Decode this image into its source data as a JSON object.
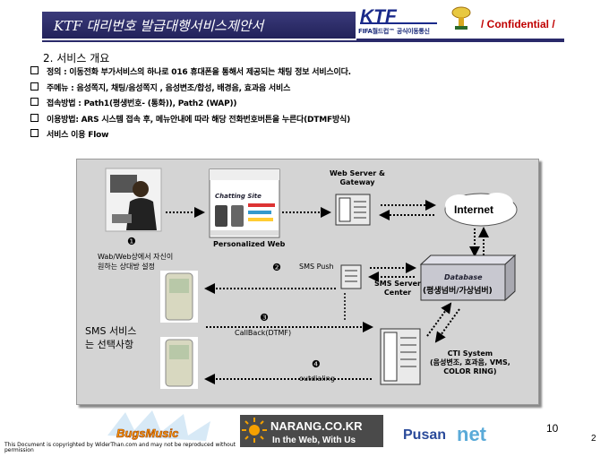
{
  "header": {
    "title": "KTF 대리번호 발급대행서비스제안서",
    "logo_text": "KTF",
    "logo_sub": "FIFA월드컵™ 공식이동통신",
    "confidential": "/ Confidential /"
  },
  "section": {
    "title": "2. 서비스 개요",
    "bullets": [
      "정의 : 이동전화 부가서비스의 하나로 016 휴대폰을 통해서 제공되는 채팅 정보 서비스이다.",
      "주메뉴 : 음성쪽지, 채팅/음성쪽지 , 음성변조/합성, 배경음, 효과음 서비스",
      "접속방법 : Path1(평생번호- (통화)), Path2 (WAP))",
      "이용방법: ARS 시스템 접속 후, 메뉴안내에 따라 해당 전화번호버튼을 누른다(DTMF방식)",
      "서비스 이용 Flow"
    ]
  },
  "diagram": {
    "web_server": "Web Server &\nGateway",
    "internet": "Internet",
    "personalized_web": "Personalized Web",
    "chatting_site": "Chatting Site",
    "step1": "❶",
    "step1_text": "Wab/Web상에서 자신이\n원하는 상대방 설정",
    "step2": "❷",
    "step2_text": "SMS Push",
    "step3": "❸",
    "step3_text": "CallBack(DTMF)",
    "step4": "❹",
    "step4_text": "outdialing",
    "sms_server": "SMS Server\nCenter",
    "database_title": "Database",
    "database_sub": "(평생넘버/가상넘버)",
    "sms_option": "SMS 서비스\n는 선택사항",
    "cti_system": "CTI System\n(음성변조, 효과음, VMS,\nCOLOR RING)"
  },
  "footer": {
    "bugs": "BugsMusic",
    "narang_main": "NARANG.CO.KR",
    "narang_sub": "In the Web, With Us",
    "pusan_a": "Pusan",
    "pusan_b": "net",
    "note": "This Document is copyrighted by WiderThan.com and may not be reproduced without\npermission",
    "page_inner": "10",
    "page": "2"
  }
}
